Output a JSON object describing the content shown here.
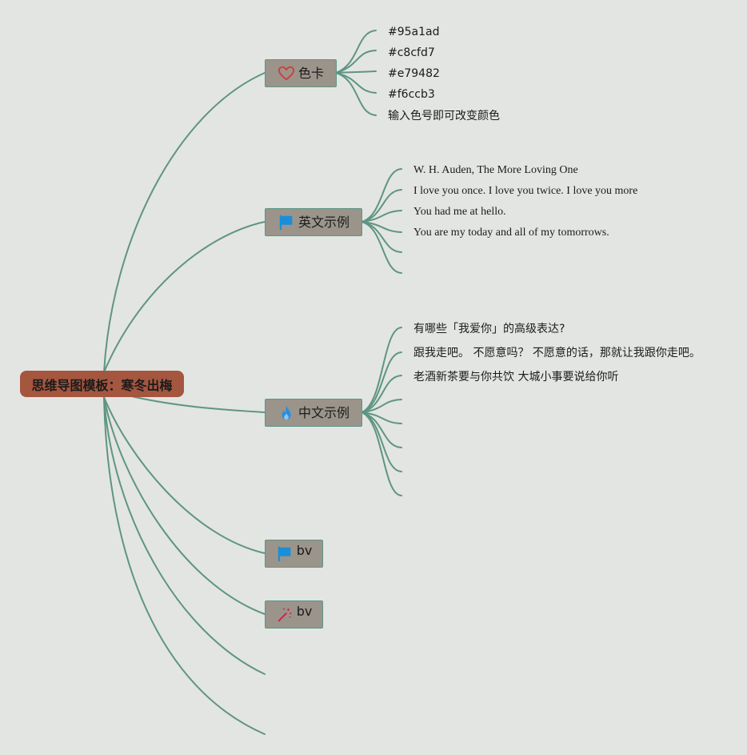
{
  "root": {
    "title": "思维导图模板：寒冬出梅"
  },
  "branches": [
    {
      "id": "color",
      "label": "色卡",
      "icon": "heart-icon",
      "leaves": [
        "#95a1ad",
        "#c8cfd7",
        "#e79482",
        "#f6ccb3",
        "输入色号即可改变颜色"
      ]
    },
    {
      "id": "english",
      "label": "英文示例",
      "icon": "flag-icon",
      "leaves": [
        "W. H. Auden, The More Loving One",
        "I love you once. I love you twice. I love you more",
        "You had me at hello.",
        "You are my today and all of my tomorrows.",
        "",
        ""
      ]
    },
    {
      "id": "chinese",
      "label": "中文示例",
      "icon": "fire-icon",
      "leaves": [
        "有哪些「我爱你」的高级表达?",
        "跟我走吧。 不愿意吗？ 不愿意的话，那就让我跟你走吧。",
        "老酒新茶要与你共饮 大城小事要说给你听",
        "",
        "",
        "",
        "",
        ""
      ]
    },
    {
      "id": "bv1",
      "label": "bv",
      "icon": "flag-icon",
      "leaves": []
    },
    {
      "id": "bv2",
      "label": "bv",
      "icon": "magic-wand-icon",
      "leaves": []
    },
    {
      "id": "empty1",
      "label": "",
      "icon": "",
      "leaves": []
    },
    {
      "id": "empty2",
      "label": "",
      "icon": "",
      "leaves": []
    }
  ],
  "colors": {
    "background": "#e3e5e2",
    "line": "#5e9583",
    "root_fill": "#a5563f",
    "branch_fill": "#9b948b",
    "heart": "#d13b3b",
    "flag": "#1a8fd9",
    "fire": "#2a8ee0",
    "wand": "#d0224f"
  }
}
